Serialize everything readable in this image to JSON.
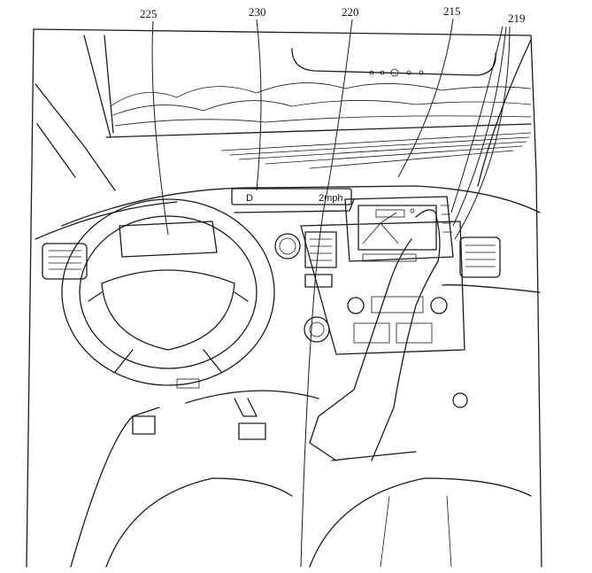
{
  "figure": {
    "reference_labels": {
      "steering_wheel": "225",
      "hud_display": "230",
      "arm": "220",
      "center_touchscreen": "215",
      "screen_sensors": "219"
    },
    "hud": {
      "gear": "D",
      "speed": "2mph"
    },
    "colors": {
      "ink": "#1a1a1a",
      "background": "#ffffff"
    }
  }
}
